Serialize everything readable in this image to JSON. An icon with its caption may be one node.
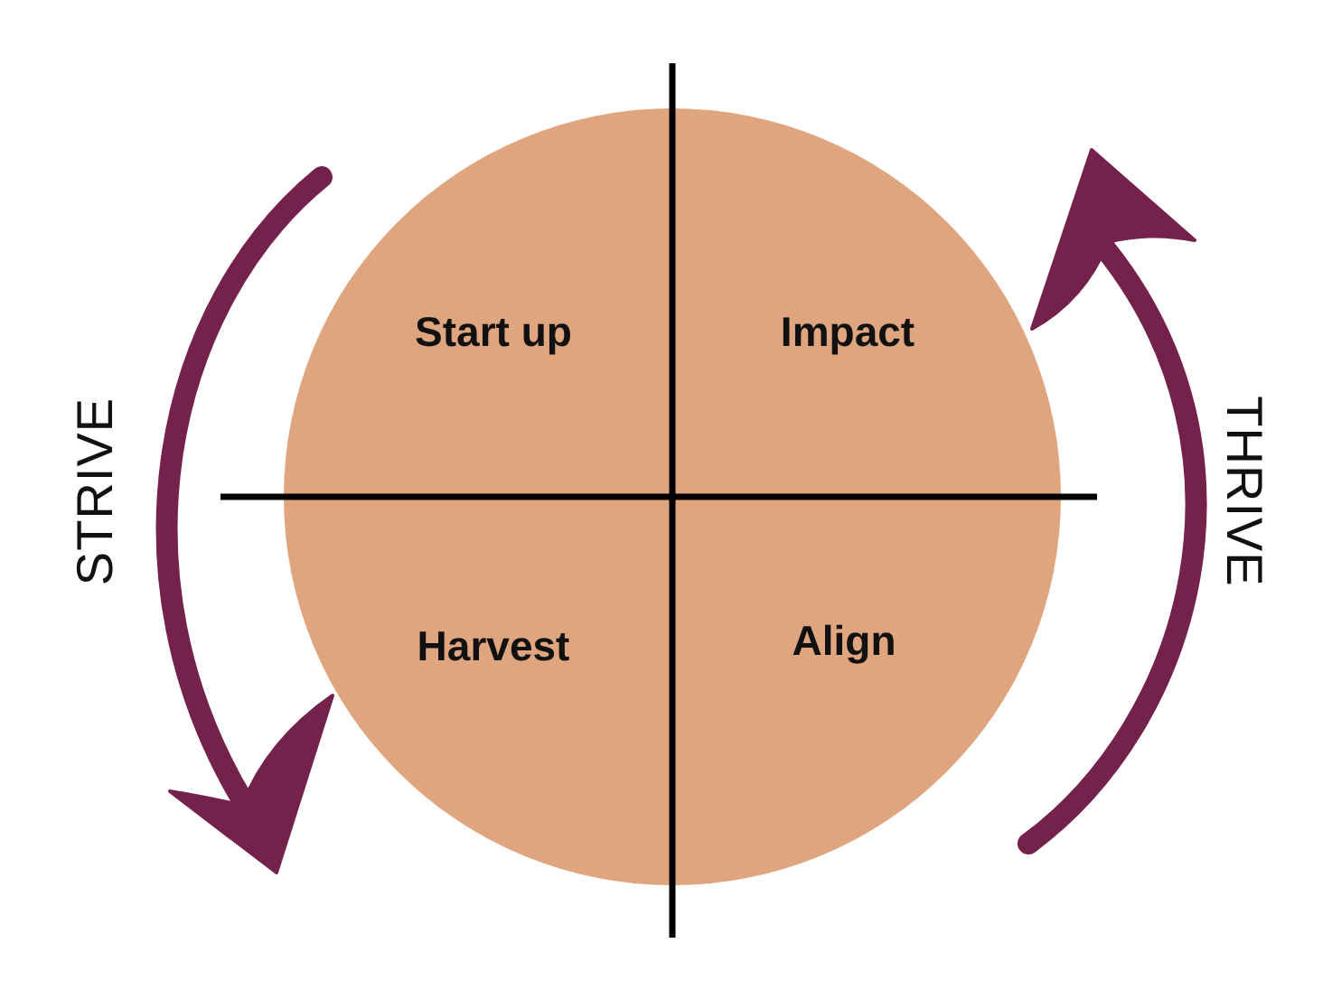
{
  "diagram": {
    "nodes": [
      {
        "text": [
          "Start up"
        ]
      },
      {
        "text": [
          "Impact"
        ]
      },
      {
        "text": [
          "Harvest"
        ]
      },
      {
        "text": [
          "Align"
        ]
      }
    ],
    "labels": [
      "STRIVE",
      "THRIVE"
    ]
  }
}
